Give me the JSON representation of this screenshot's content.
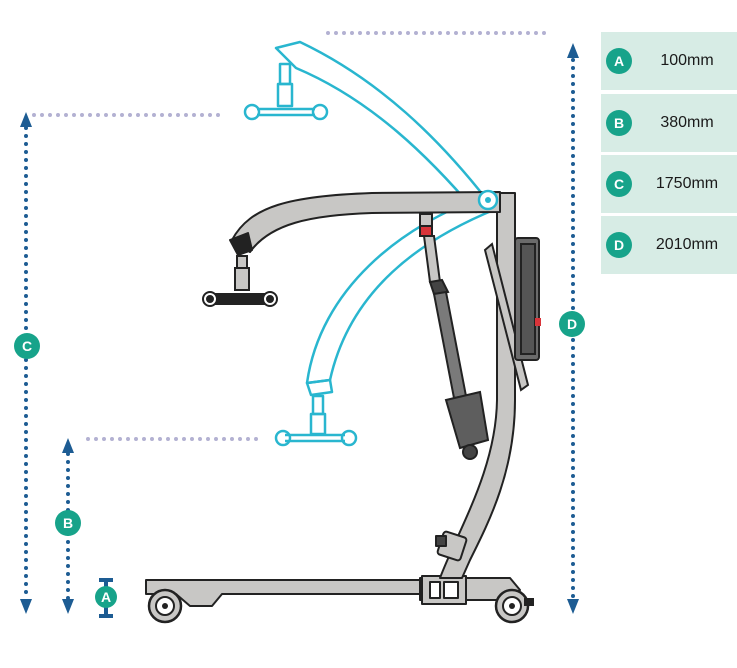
{
  "legend": {
    "items": [
      {
        "letter": "A",
        "value": "100mm"
      },
      {
        "letter": "B",
        "value": "380mm"
      },
      {
        "letter": "C",
        "value": "1750mm"
      },
      {
        "letter": "D",
        "value": "2010mm"
      }
    ]
  },
  "markers": {
    "a": "A",
    "b": "B",
    "c": "C",
    "d": "D"
  },
  "colors": {
    "teal_badge": "#17a38a",
    "arrow_blue": "#1d5c93",
    "frame_grey": "#c8c7c5",
    "outline": "#222222",
    "cyan_outline": "#29b6cf",
    "guide_dots": "#b3b1d2",
    "legend_bg": "#d7ece5",
    "actuator_red": "#d9343a"
  }
}
